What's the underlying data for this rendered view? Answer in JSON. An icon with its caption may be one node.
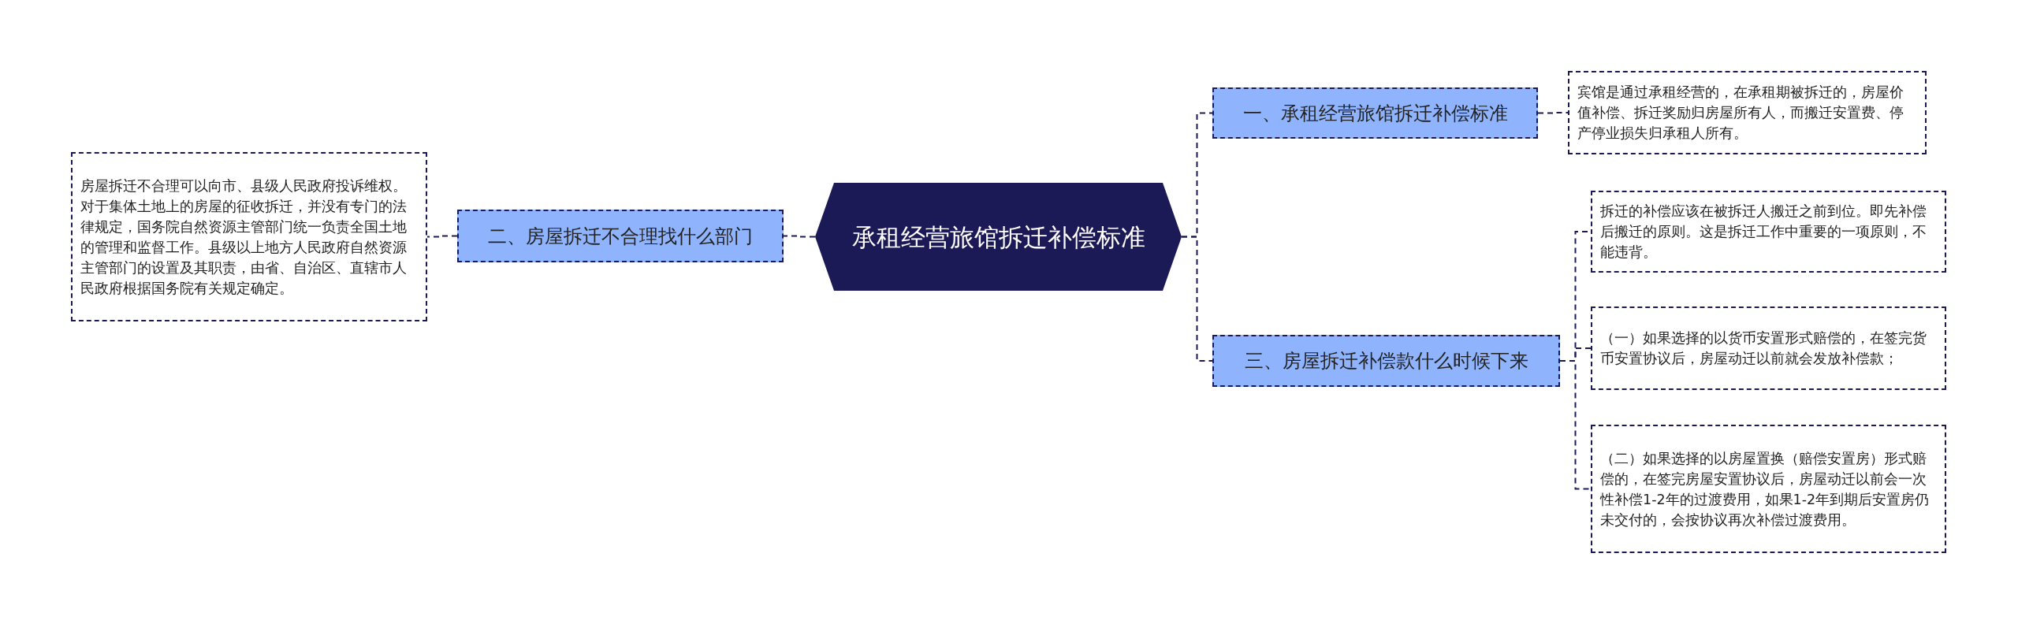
{
  "diagram": {
    "nodes": [
      {
        "text": [
          "承租经营旅馆拆迁补偿标准"
        ]
      },
      {
        "text": [
          "一、承租经营旅馆拆迁补偿标准"
        ]
      },
      {
        "text": [
          "宾馆是通过承租经营的，在承租期被拆迁的，房屋价值补偿、拆迁奖励归房屋所有人，而搬迁安置费、停产停业损失归承租人所有。"
        ]
      },
      {
        "text": [
          "二、房屋拆迁不合理找什么部门"
        ]
      },
      {
        "text": [
          "房屋拆迁不合理可以向市、县级人民政府投诉维权。对于集体土地上的房屋的征收拆迁，并没有专门的法律规定，国务院自然资源主管部门统一负责全国土地的管理和监督工作。县级以上地方人民政府自然资源主管部门的设置及其职责，由省、自治区、直辖市人民政府根据国务院有关规定确定。"
        ]
      },
      {
        "text": [
          "三、房屋拆迁补偿款什么时候下来"
        ]
      },
      {
        "text": [
          "拆迁的补偿应该在被拆迁人搬迁之前到位。即先补偿后搬迁的原则。这是拆迁工作中重要的一项原则，不能违背。"
        ]
      },
      {
        "text": [
          "（一）如果选择的以货币安置形式赔偿的，在签完货币安置协议后，房屋动迁以前就会发放补偿款；"
        ]
      },
      {
        "text": [
          "（二）如果选择的以房屋置换（赔偿安置房）形式赔偿的，在签完房屋安置协议后，房屋动迁以前会一次性补偿1-2年的过渡费用，如果1-2年到期后安置房仍未交付的，会按协议再次补偿过渡费用。"
        ]
      }
    ],
    "edges": [
      {
        "from": 0,
        "to": 1,
        "arrow": "none"
      },
      {
        "from": 1,
        "to": 2,
        "arrow": "none"
      },
      {
        "from": 0,
        "to": 3,
        "arrow": "none"
      },
      {
        "from": 3,
        "to": 4,
        "arrow": "none"
      },
      {
        "from": 0,
        "to": 5,
        "arrow": "none"
      },
      {
        "from": 5,
        "to": 6,
        "arrow": "none"
      },
      {
        "from": 5,
        "to": 7,
        "arrow": "none"
      },
      {
        "from": 5,
        "to": 8,
        "arrow": "none"
      }
    ]
  }
}
